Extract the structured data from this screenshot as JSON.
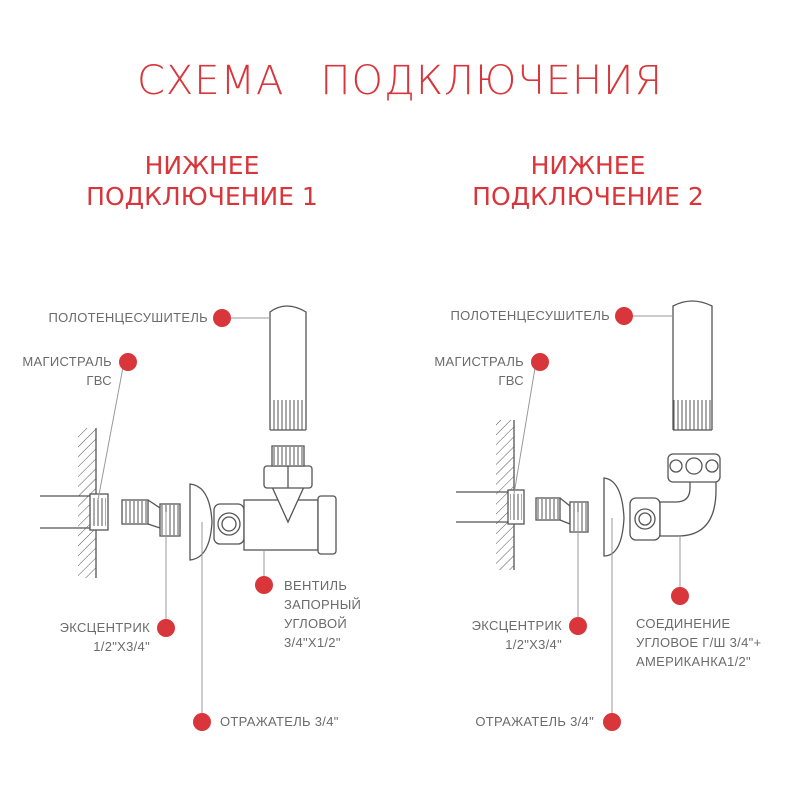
{
  "title": {
    "word1": "СХЕМА",
    "word2": "ПОДКЛЮЧЕНИЯ"
  },
  "schemes": [
    {
      "title_line1": "НИЖНЕЕ",
      "title_line2": "ПОДКЛЮЧЕНИЕ 1",
      "labels": {
        "towel_dryer": "ПОЛОТЕНЦЕСУШИТЕЛЬ",
        "main_line1": "МАГИСТРАЛЬ",
        "main_line2": "ГВС",
        "eccentric_line1": "ЭКСЦЕНТРИК",
        "eccentric_line2": "1/2\"Х3/4\"",
        "reflector": "ОТРАЖАТЕЛЬ 3/4\"",
        "fitting_line1": "ВЕНТИЛЬ",
        "fitting_line2": "ЗАПОРНЫЙ",
        "fitting_line3": "УГЛОВОЙ",
        "fitting_line4": "3/4\"Х1/2\""
      }
    },
    {
      "title_line1": "НИЖНЕЕ",
      "title_line2": "ПОДКЛЮЧЕНИЕ 2",
      "labels": {
        "towel_dryer": "ПОЛОТЕНЦЕСУШИТЕЛЬ",
        "main_line1": "МАГИСТРАЛЬ",
        "main_line2": "ГВС",
        "eccentric_line1": "ЭКСЦЕНТРИК",
        "eccentric_line2": "1/2\"Х3/4\"",
        "reflector": "ОТРАЖАТЕЛЬ 3/4\"",
        "fitting_line1": "СОЕДИНЕНИЕ",
        "fitting_line2": "УГЛОВОЕ Г/Ш 3/4\"+",
        "fitting_line3": "АМЕРИКАНКА1/2\""
      }
    }
  ],
  "colors": {
    "accent": "#d8363b",
    "line": "#555555",
    "text": "#6b6b6b",
    "leader": "#9a9a9a"
  }
}
